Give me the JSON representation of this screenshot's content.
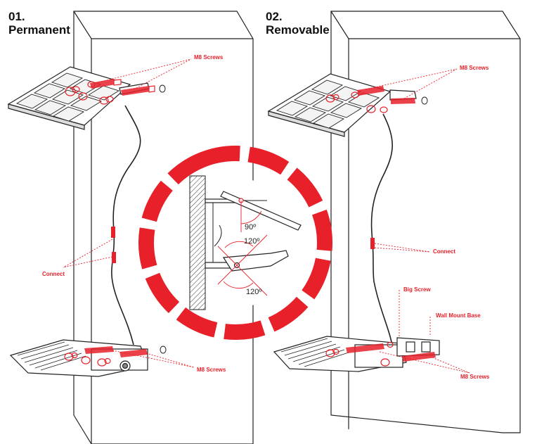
{
  "panels": [
    {
      "number": "01.",
      "title": "Permanent Mounting"
    },
    {
      "number": "02.",
      "title": "Removable Mounting"
    }
  ],
  "labels": {
    "left_m8_top": "M8 Screws",
    "left_connect": "Connect",
    "left_m8_bottom": "M8 Screws",
    "right_m8_top": "M8 Screws",
    "right_connect": "Connect",
    "right_big_screw": "Big Screw",
    "right_wall_mount_base": "Wall Mount Base",
    "right_m8_bottom": "M8 Screws"
  },
  "angles": {
    "panel_angle": "90º",
    "lamp_angle_top": "120º",
    "lamp_angle_bottom": "120º"
  },
  "colors": {
    "accent": "#e8202a",
    "line": "#222222",
    "panel_cell": "#f4f4f4"
  }
}
